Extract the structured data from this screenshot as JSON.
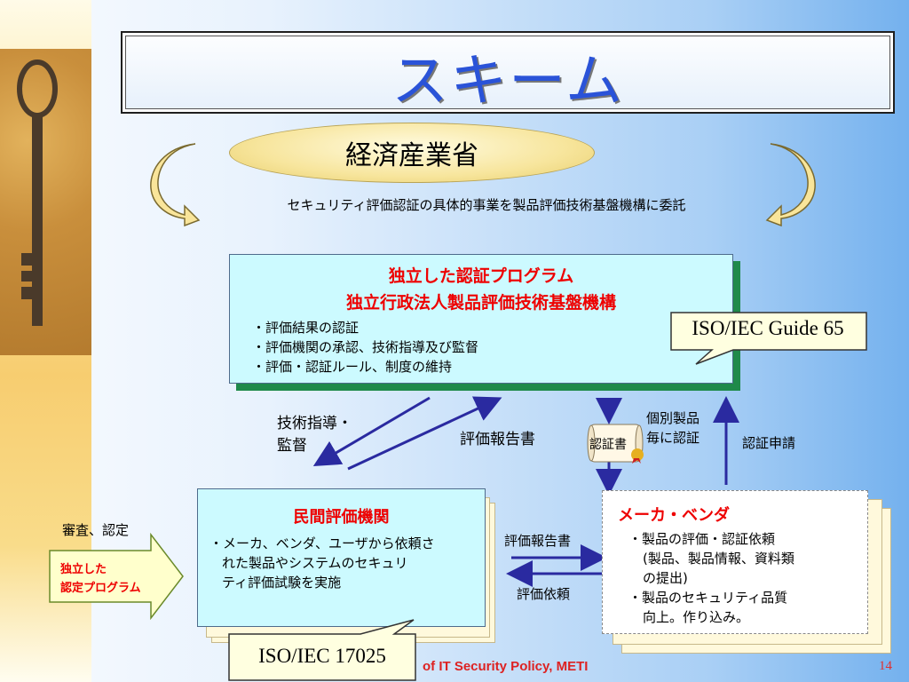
{
  "title": "スキーム",
  "meti": "経済産業省",
  "subtitle": "セキュリティ評価認証の具体的事業を製品評価技術基盤機構に委託",
  "program": {
    "title1": "独立した認証プログラム",
    "title2": "独立行政法人製品評価技術基盤機構",
    "items": [
      "・評価結果の認証",
      "・評価機関の承認、技術指導及び監督",
      "・評価・認証ルール、制度の維持"
    ]
  },
  "guide65": "ISO/IEC Guide 65",
  "labels": {
    "tech_guidance_1": "技術指導・",
    "tech_guidance_2": "監督",
    "eval_report_top": "評価報告書",
    "certificate": "認証書",
    "individual_1": "個別製品",
    "individual_2": "毎に認証",
    "cert_request": "認証申請",
    "review": "審査、認定",
    "eval_report_mid": "評価報告書",
    "eval_request": "評価依頼"
  },
  "indep_arrow": {
    "line1": "独立した",
    "line2": "認定プログラム"
  },
  "lab": {
    "title": "民間評価機関",
    "text": [
      "・メーカ、ベンダ、ユーザから依頼さ",
      "れた製品やシステムのセキュリ",
      "ティ評価試験を実施"
    ]
  },
  "iso17025": "ISO/IEC 17025",
  "maker": {
    "title": "メーカ・ベンダ",
    "items": [
      "・製品の評価・認証依頼",
      "(製品、製品情報、資料類",
      "の提出)",
      "・製品のセキュリティ品質",
      "向上。作り込み。"
    ]
  },
  "footer": "of IT Security Policy, METI",
  "page_number": "14",
  "colors": {
    "accent_red": "#ee0000",
    "arrow_blue": "#2a2aa0",
    "title_blue": "#2a53d8"
  }
}
